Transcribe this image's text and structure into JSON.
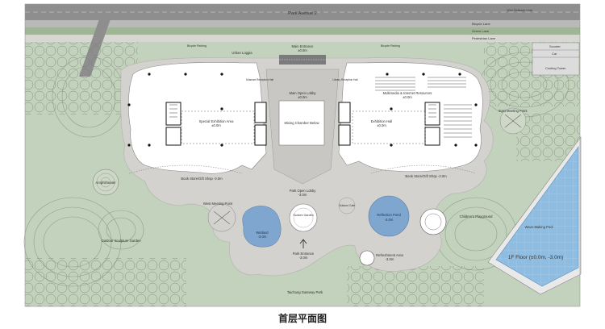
{
  "caption": "首层平面图",
  "streets": {
    "top_road": "Park Avenue 2",
    "setback": "10m Setback Line",
    "bicycle_lane": "Bicycle Lane",
    "green_lane": "Green Lane",
    "pedestrian_lane": "Pedestrian Lane",
    "bicycle_parking_left": "Bicycle Parking",
    "bicycle_parking_right": "Bicycle Parking"
  },
  "top_right_legend": {
    "row1": "Scooter",
    "row2": "Car",
    "row3": "Cooling Tower"
  },
  "rooms": {
    "urban_loggia": "Urban Loggia",
    "main_entrance": "Main Entrance",
    "main_entrance_level": "±0.0m",
    "museum_reception": "Museum Reception Hall",
    "library_reception": "Library Reception Hall",
    "multimedia": "Multimedia & Internet Resources",
    "multimedia_level": "±0.0m",
    "main_open_lobby": "Main Open Lobby",
    "main_open_lobby_level": "±0.0m",
    "special_exhibition": "Special Exhibition Area",
    "special_exhibition_level": "±0.0m",
    "mixing_chamber": "Mixing Chamber Below",
    "exhibition_hall": "Exhibition Hall",
    "exhibition_hall_level": "±0.0m",
    "east_meeting": "East Meeting Point",
    "book_store_left": "Book Store/Gift Shop -3.0m",
    "book_store_right": "Book Store/Gift Shop -3.0m",
    "amphitheater": "Amphitheater",
    "park_open_lobby": "Park Open Lobby",
    "park_open_lobby_level": "-3.0m",
    "west_meeting": "West Meeting Point",
    "sunken_garden": "Sunken Garden",
    "outdoor_cafe": "Outdoor Cafe",
    "reflection_pond": "Reflection Pond",
    "reflection_pond_level": "-3.0m",
    "childrens_playground": "Children's Playground",
    "wetland": "Wetland",
    "wetland_level": "-3.0m",
    "outdoor_sculpture": "Outdoor Sculpture Garden",
    "park_entrance": "Park Entrance",
    "park_entrance_level": "-3.0m",
    "refreshment": "Refreshment Area",
    "refreshment_level": "-3.0m",
    "wave_pool": "Wave-Making Pool",
    "first_floor": "1F Floor (±0.0m, -3.0m)",
    "taichung_gateway": "Taichung Gateway Park"
  },
  "colors": {
    "grass": "#c3d2bc",
    "grass_dark": "#a9bca3",
    "plaza": "#d4d2cf",
    "building": "#ffffff",
    "road": "#8e8e8e",
    "water": "#7fa6cf",
    "pool": "#88b6dd"
  }
}
